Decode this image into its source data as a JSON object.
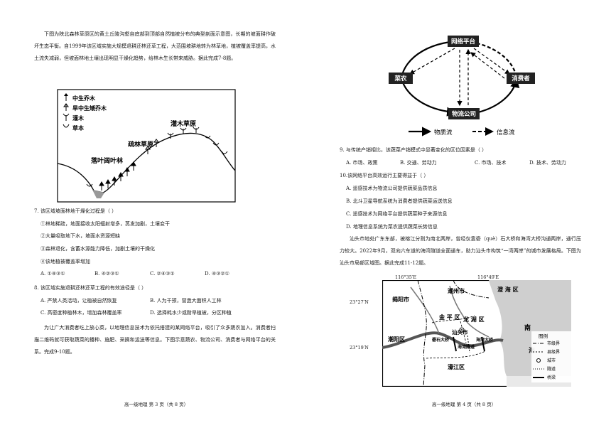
{
  "left": {
    "intro": "下图为陕北森林草原区的黄土丘陵沟壑自底部到顶部自然植被分布的典型剖面示意图，长期的坡面耕作破坏生态平衡。自1999年该区域实施大规模退耕还林还草工程，大范围坡耕地转为林草地，植被覆盖率提高，水土流失减弱，但坡面林地土壤出现明显干燥化趋势，给林木生长带来威胁。据此完成7-8题。",
    "legend": [
      "中生乔木",
      "旱中生矮乔木",
      "灌木",
      "草本"
    ],
    "zones": [
      "落叶阔叶林",
      "疏林草原",
      "灌木草原"
    ],
    "q7": {
      "stem": "7.  该区域坡面林地干燥化过程是（      ）",
      "items": [
        "①林地稀疏，地面接收太阳辐射增多，蒸发加剧，土壤变干",
        "②大量吸取地下水，坡面水资源短缺",
        "③森林退化，含蓄水源能力降低，加剧土壤的干燥化",
        "④该地植被覆盖率增加"
      ],
      "options": [
        "A.  ①④③①",
        "B.  ④②③①",
        "C.  ②④③①",
        "D.  ④③②①"
      ]
    },
    "q8": {
      "stem": "8.  该区域实施退耕还林还草工程的有效途径是（      ）",
      "options": [
        "A.  严禁人类活动，让植被自然恢复",
        "B.  人为干预，营造大面积人工林",
        "C.  高密度种植林木，增加森林覆盖率",
        "D.  选择耗水少或耐旱植被，分区种植"
      ]
    },
    "intro2": "为让广大消费者吃上放心菜，以地理信息技术为依托搭建的某网络平台，吸引了众多蔬农加入。消费者扫描二维码就可获取蔬菜的播种、施肥、采摘和运送等信息。下图示意蔬农、物流公司、消费者与网络平台的关系。完成9-10题。",
    "footer": "高一级地理    第 3 页（共 8 页）"
  },
  "right": {
    "nodes": [
      "网络平台",
      "菜农",
      "消费者",
      "物流公司"
    ],
    "legend_material": "物质流",
    "legend_info": "信息流",
    "q9": {
      "stem": "9.  与传统产销相比，该蔬菜产销模式中显著变化的区位因素是（      ）",
      "options": [
        "A.  市场、政策",
        "B.  交通、劳动力",
        "C.  市场、技术",
        "D.  技术、劳动力"
      ]
    },
    "q10": {
      "stem": "10.该网络平台高效运行主要得益于（      ）",
      "options": [
        "A.  遥感技术为物流公司提供蔬菜品质信息",
        "B.  北斗卫星导航系统为消费者提供蔬菜运送信息",
        "C.  遥感技术为网络平台提供蔬菜种子来源信息",
        "D.  地理信息系统为菜农提供蔬菜长势信息"
      ]
    },
    "intro3": "汕头市地处广东东部，被榕江分割为南北两岸，曾经仅靠礐（què）石大桥和海湾大桥沟通两岸，通行压力较大。2022年9月，双向六车道的海湾隧道全面通车，助力汕头市构筑“一湾两岸”的城市发展格局。下图为汕头市局部区域图。据此完成11-12题。",
    "map": {
      "lon1": "116°35′E",
      "lon2": "116°49′E",
      "lat1": "23°27′N",
      "lat2": "23°19′N",
      "places": [
        "揭阳市",
        "潮州市",
        "澄  海  区",
        "金  平  区",
        "龙  湖  区",
        "汕头市",
        "礐石大桥",
        "海湾大桥",
        "海湾隧道",
        "濠江区",
        "潮阳区",
        "南",
        "海"
      ],
      "legend_title": "图例",
      "legend_items": [
        "市级界",
        "县级界",
        "城市",
        "隧道",
        "桥梁"
      ]
    },
    "footer": "高一级地理    第 4 页（共 8 页）"
  }
}
